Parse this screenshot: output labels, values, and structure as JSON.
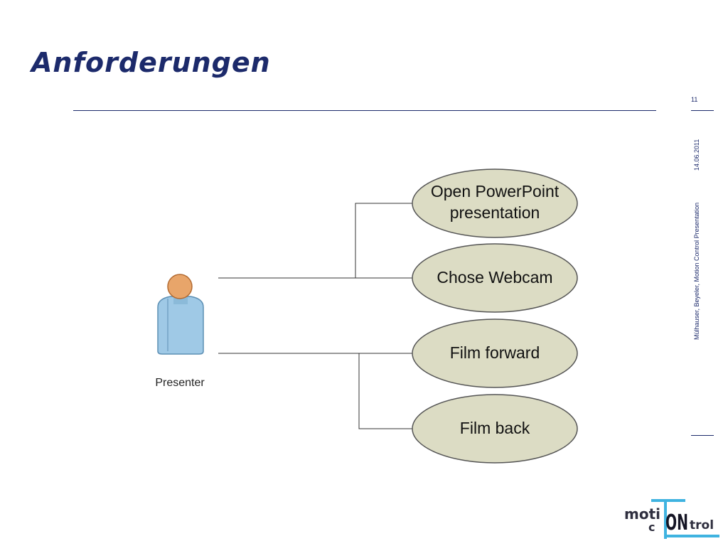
{
  "slide": {
    "title": "Anforderungen",
    "page_number": "11",
    "date": "14.06.2011",
    "footer": "Mülhauser, Beyeler, Motion Control Presentation"
  },
  "diagram": {
    "actor": {
      "label": "Presenter",
      "icon": "person-icon"
    },
    "use_cases": [
      {
        "lines": [
          "Open PowerPoint",
          "presentation"
        ]
      },
      {
        "lines": [
          "Chose Webcam"
        ]
      },
      {
        "lines": [
          "Film forward"
        ]
      },
      {
        "lines": [
          "Film back"
        ]
      }
    ]
  },
  "logo": {
    "text_top": "moti",
    "text_left": "c",
    "text_mid": "ON",
    "text_right": "trol"
  },
  "colors": {
    "title": "#1c2a6b",
    "ellipse_fill": "#dcdcc4",
    "actor_body": "#9fc9e6",
    "actor_head": "#e8a56a"
  }
}
